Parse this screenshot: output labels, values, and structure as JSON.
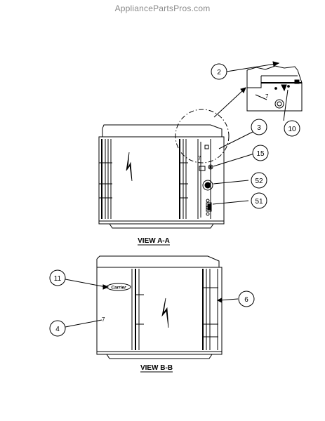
{
  "watermark": "AppliancePartsPros.com",
  "views": {
    "view_a_label": "VIEW A-A",
    "view_b_label": "VIEW B-B"
  },
  "brand_logo_text": "Carrier",
  "callouts": {
    "c2": "2",
    "c10": "10",
    "c3": "3",
    "c15": "15",
    "c52": "52",
    "c51": "51",
    "c11": "11",
    "c4": "4",
    "c6": "6"
  },
  "small_marks": {
    "seven_inset": "7",
    "seven_view_a": "7",
    "seven_view_b": "7"
  }
}
